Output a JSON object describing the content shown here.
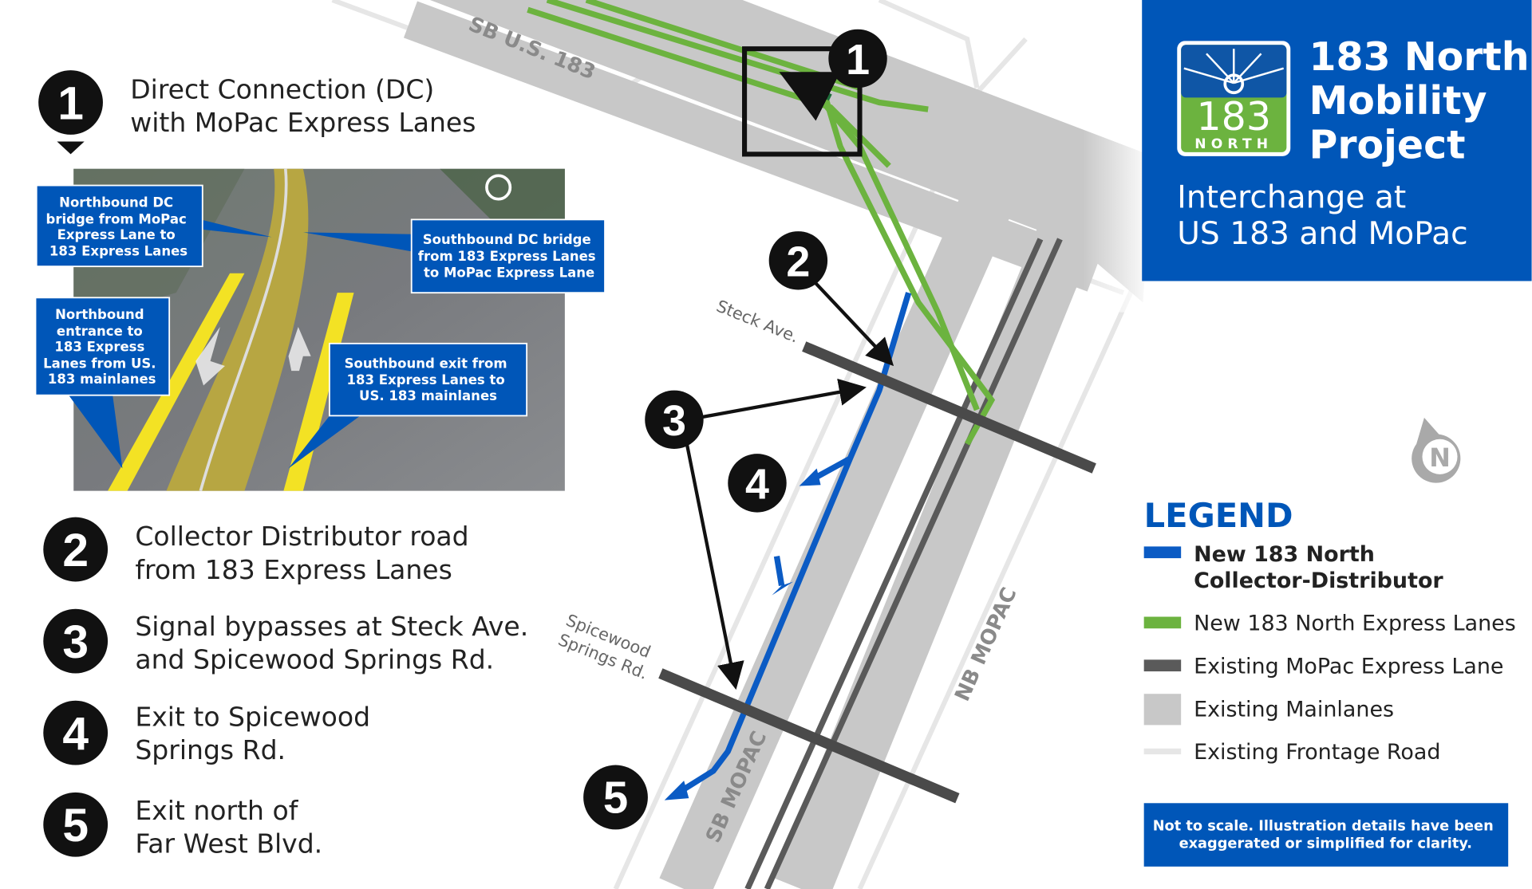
{
  "colors": {
    "brand_blue": "#0056b8",
    "collector_blue": "#0b5bc4",
    "express_green": "#6cb33f",
    "mopac_express": "#5a5a5a",
    "mainlanes": "#c8c8c8",
    "frontage": "#e6e6e6",
    "highlight_yellow": "#f3e224"
  },
  "header": {
    "logo": {
      "number": "183",
      "word": "NORTH"
    },
    "title_lines": [
      "183 North",
      "Mobility",
      "Project"
    ],
    "subtitle_lines": [
      "Interchange at",
      "US 183 and MoPac"
    ]
  },
  "items": [
    {
      "number": "1",
      "lines": [
        "Direct Connection (DC)",
        "with MoPac Express Lanes"
      ]
    },
    {
      "number": "2",
      "lines": [
        "Collector Distributor road",
        "from 183 Express Lanes"
      ]
    },
    {
      "number": "3",
      "lines": [
        "Signal bypasses at Steck Ave.",
        "and Spicewood Springs Rd."
      ]
    },
    {
      "number": "4",
      "lines": [
        "Exit to Spicewood",
        "Springs Rd."
      ]
    },
    {
      "number": "5",
      "lines": [
        "Exit north of",
        "Far West Blvd."
      ]
    }
  ],
  "photo_callouts": [
    {
      "lines": [
        "Northbound DC",
        "bridge from MoPac",
        "Express Lane to",
        "183 Express Lanes"
      ]
    },
    {
      "lines": [
        "Southbound DC bridge",
        "from 183 Express Lanes",
        "to MoPac Express Lane"
      ]
    },
    {
      "lines": [
        "Northbound",
        "entrance to",
        "183 Express",
        "Lanes from US.",
        "183 mainlanes"
      ]
    },
    {
      "lines": [
        "Southbound exit from",
        "183 Express Lanes to",
        "US. 183 mainlanes"
      ]
    }
  ],
  "map_labels": {
    "sb_us183": "SB U.S. 183",
    "steck": "Steck Ave.",
    "spicewood_1": "Spicewood",
    "spicewood_2": "Springs Rd.",
    "nb_mopac": "NB MOPAC",
    "sb_mopac": "SB MOPAC",
    "callouts": [
      "1",
      "2",
      "3",
      "4",
      "5"
    ]
  },
  "compass": {
    "letter": "N",
    "icon": "north-arrow-icon"
  },
  "legend": {
    "title": "LEGEND",
    "items": [
      {
        "lines": [
          "New 183 North",
          "Collector-Distributor"
        ],
        "color": "#0b5bc4",
        "bold": true
      },
      {
        "lines": [
          "New 183 North Express Lanes"
        ],
        "color": "#6cb33f",
        "bold": false
      },
      {
        "lines": [
          "Existing MoPac Express Lane"
        ],
        "color": "#5a5a5a",
        "bold": false
      },
      {
        "lines": [
          "Existing Mainlanes"
        ],
        "color": "#c8c8c8",
        "bold": false
      },
      {
        "lines": [
          "Existing Frontage Road"
        ],
        "color": "#e6e6e6",
        "bold": false
      }
    ]
  },
  "note": {
    "lines": [
      "Not to scale. Illustration details have been",
      "exaggerated or simplified for clarity."
    ]
  }
}
